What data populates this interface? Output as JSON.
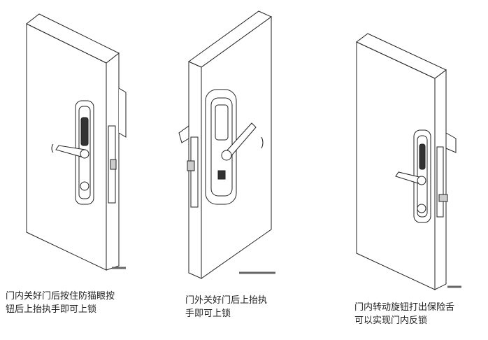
{
  "panels": [
    {
      "caption_lines": [
        "门内关好门后按住防猫眼按",
        "钮后上抬执手即可上锁"
      ]
    },
    {
      "caption_lines": [
        "门外关好门后上抬执",
        "手即可上锁"
      ]
    },
    {
      "caption_lines": [
        "门内转动旋钮打出保险舌",
        "可以实现门内反锁"
      ]
    }
  ],
  "colors": {
    "line": "#222222",
    "fill": "#ffffff",
    "shade": "#cccccc",
    "dark": "#333333"
  }
}
